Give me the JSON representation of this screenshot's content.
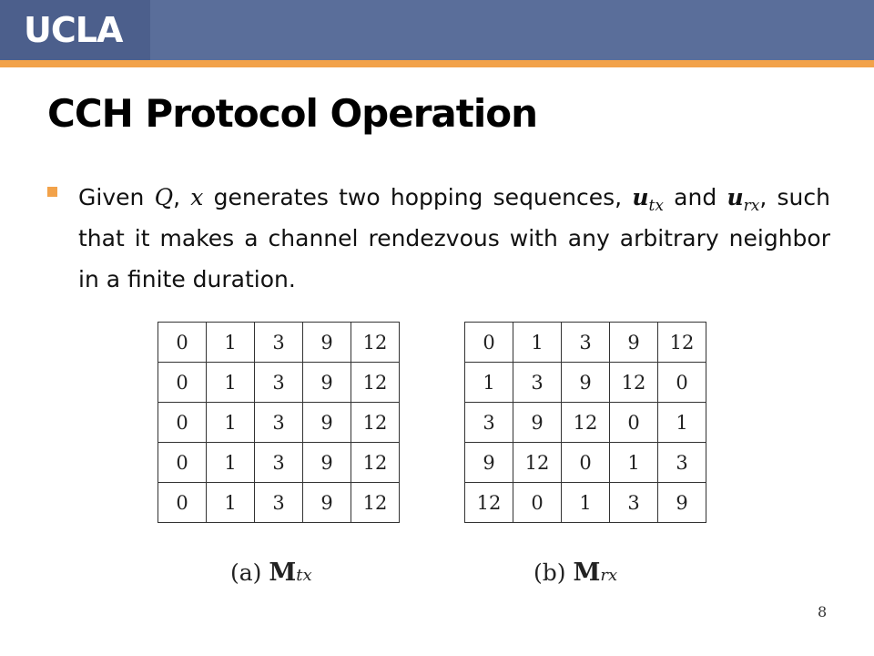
{
  "header": {
    "logo_text": "UCLA",
    "bar_color": "#5a6e9a",
    "accent_color": "#f2a24a"
  },
  "slide": {
    "title": "CCH Protocol Operation",
    "bullet": {
      "t1": "Given ",
      "Q": "Q",
      "comma1": ", ",
      "x": "x",
      "t2": " generates two hopping sequences, ",
      "u1": "u",
      "tx": "tx",
      "t3": " and ",
      "u2": "u",
      "rx": "rx",
      "t4": ", such that it makes a channel rendezvous with any arbitrary neighbor in a finite duration."
    },
    "page_number": "8"
  },
  "matrix_tx": {
    "rows": [
      [
        "0",
        "1",
        "3",
        "9",
        "12"
      ],
      [
        "0",
        "1",
        "3",
        "9",
        "12"
      ],
      [
        "0",
        "1",
        "3",
        "9",
        "12"
      ],
      [
        "0",
        "1",
        "3",
        "9",
        "12"
      ],
      [
        "0",
        "1",
        "3",
        "9",
        "12"
      ]
    ],
    "caption_label": "(a)",
    "caption_symbol": "M",
    "caption_sub": "tx"
  },
  "matrix_rx": {
    "rows": [
      [
        "0",
        "1",
        "3",
        "9",
        "12"
      ],
      [
        "1",
        "3",
        "9",
        "12",
        "0"
      ],
      [
        "3",
        "9",
        "12",
        "0",
        "1"
      ],
      [
        "9",
        "12",
        "0",
        "1",
        "3"
      ],
      [
        "12",
        "0",
        "1",
        "3",
        "9"
      ]
    ],
    "caption_label": "(b)",
    "caption_symbol": "M",
    "caption_sub": "rx"
  }
}
